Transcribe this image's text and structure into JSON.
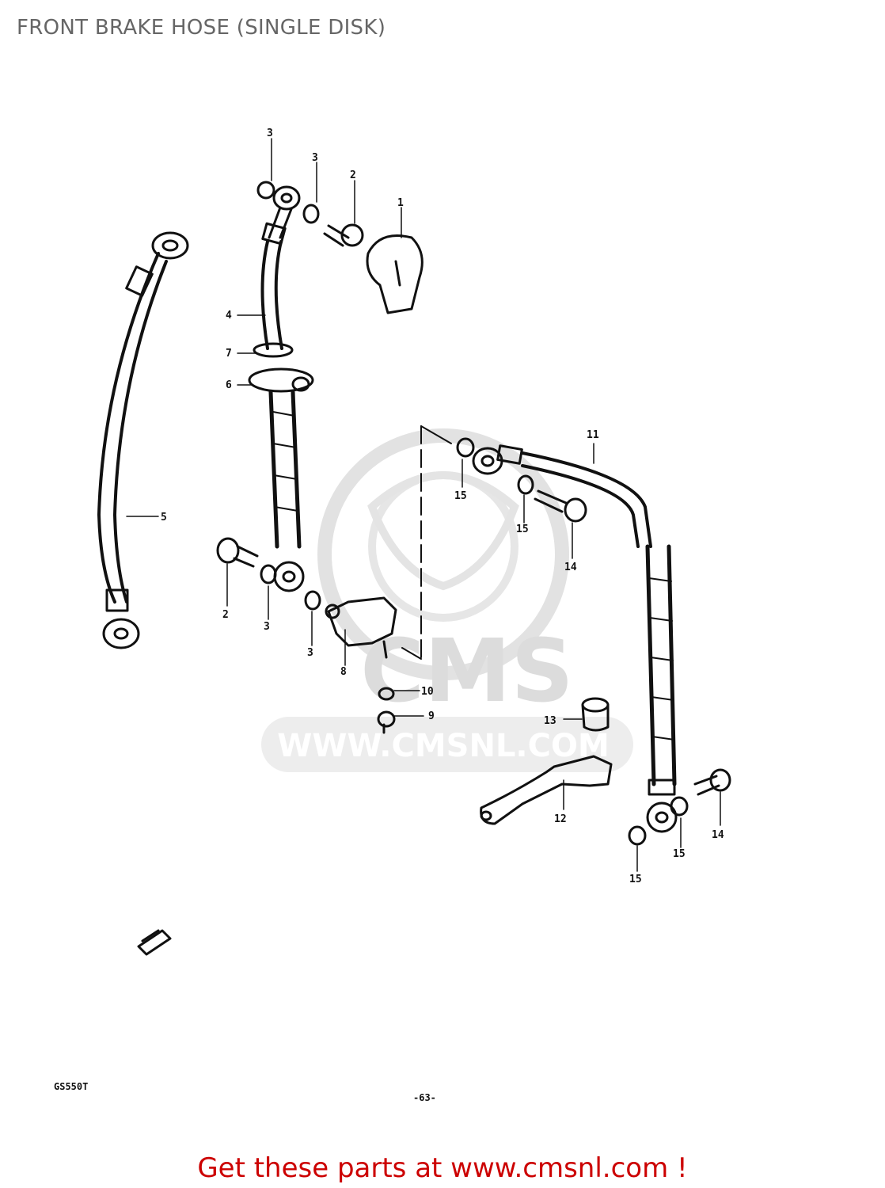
{
  "page": {
    "title": "FRONT BRAKE HOSE (SINGLE DISK)"
  },
  "diagram": {
    "parts": [
      {
        "ref": "1"
      },
      {
        "ref": "2"
      },
      {
        "ref": "3"
      },
      {
        "ref": "4"
      },
      {
        "ref": "5"
      },
      {
        "ref": "6"
      },
      {
        "ref": "7"
      },
      {
        "ref": "8"
      },
      {
        "ref": "9"
      },
      {
        "ref": "10"
      },
      {
        "ref": "11"
      },
      {
        "ref": "12"
      },
      {
        "ref": "13"
      },
      {
        "ref": "14"
      },
      {
        "ref": "15"
      }
    ],
    "model_code": "GS550T",
    "page_number": "-63-"
  },
  "watermark": {
    "brand": "CMS",
    "url": "WWW.CMSNL.COM"
  },
  "footer": {
    "link_text": "Get these parts at www.cmsnl.com !"
  },
  "colors": {
    "title": "#666666",
    "footer": "#cc0000",
    "watermark": "#dcdcdc",
    "ink": "#111111"
  }
}
